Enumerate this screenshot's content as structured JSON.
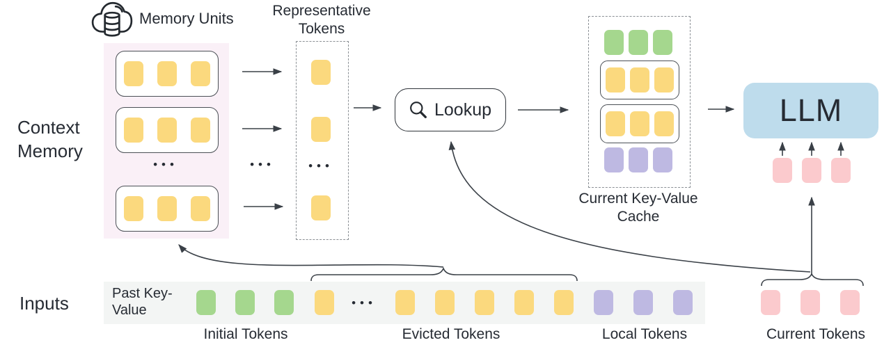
{
  "figure": {
    "context_memory_label": "Context Memory",
    "inputs_label": "Inputs",
    "memory_units_label": "Memory Units",
    "representative_tokens_label": "Representative Tokens",
    "lookup_label": "Lookup",
    "current_kv_cache_label": "Current Key-Value Cache",
    "llm_label": "LLM",
    "past_key_value_label": "Past Key-Value",
    "ellipsis": "•••",
    "token_group_labels": {
      "initial": "Initial Tokens",
      "evicted": "Evicted Tokens",
      "local": "Local Tokens",
      "current": "Current Tokens"
    },
    "structure": {
      "memory_unit_rows_shown": 3,
      "tokens_per_memory_unit": 3,
      "representative_tokens_shown": 3,
      "cache_rows": [
        "3 green initial tokens",
        "3 yellow tokens in unit box",
        "3 yellow tokens in unit box",
        "3 purple local tokens"
      ],
      "input_strip_tokens": {
        "initial_green": 3,
        "evicted_yellow": 6,
        "local_purple": 3,
        "current_pink": 3
      },
      "llm_input_tokens_pink": 3
    }
  },
  "colors": {
    "token-yellow": "#FBD97E",
    "token-green": "#A5D78E",
    "token-purple": "#BEB9E2",
    "token-pink": "#FBCACD",
    "llm-blue": "#BEDCEC",
    "memory-bg": "#FAF0F7",
    "strip-bg": "#F3F5F4",
    "ink": "#262B33",
    "line": "#3A4047",
    "dash": "#8A8F94"
  }
}
